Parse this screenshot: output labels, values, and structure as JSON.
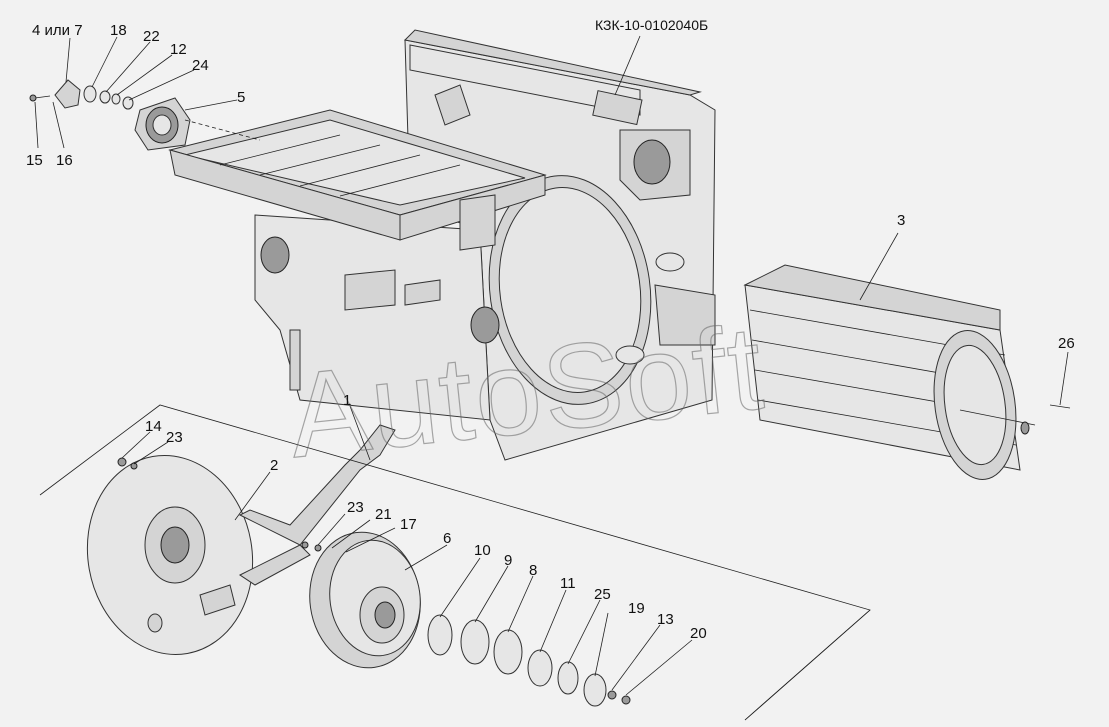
{
  "drawing": {
    "code": "КЗК-10-0102040Б",
    "watermark": "AutoSoft"
  },
  "callouts": [
    {
      "id": "c-4or7",
      "text": "4 или 7"
    },
    {
      "id": "c-18",
      "text": "18"
    },
    {
      "id": "c-22",
      "text": "22"
    },
    {
      "id": "c-12",
      "text": "12"
    },
    {
      "id": "c-24",
      "text": "24"
    },
    {
      "id": "c-5",
      "text": "5"
    },
    {
      "id": "c-15",
      "text": "15"
    },
    {
      "id": "c-16",
      "text": "16"
    },
    {
      "id": "c-3",
      "text": "3"
    },
    {
      "id": "c-26",
      "text": "26"
    },
    {
      "id": "c-1",
      "text": "1"
    },
    {
      "id": "c-14",
      "text": "14"
    },
    {
      "id": "c-23a",
      "text": "23"
    },
    {
      "id": "c-2",
      "text": "2"
    },
    {
      "id": "c-23b",
      "text": "23"
    },
    {
      "id": "c-21",
      "text": "21"
    },
    {
      "id": "c-17",
      "text": "17"
    },
    {
      "id": "c-6",
      "text": "6"
    },
    {
      "id": "c-10",
      "text": "10"
    },
    {
      "id": "c-9",
      "text": "9"
    },
    {
      "id": "c-8",
      "text": "8"
    },
    {
      "id": "c-11",
      "text": "11"
    },
    {
      "id": "c-25",
      "text": "25"
    },
    {
      "id": "c-19",
      "text": "19"
    },
    {
      "id": "c-13",
      "text": "13"
    },
    {
      "id": "c-20",
      "text": "20"
    }
  ]
}
